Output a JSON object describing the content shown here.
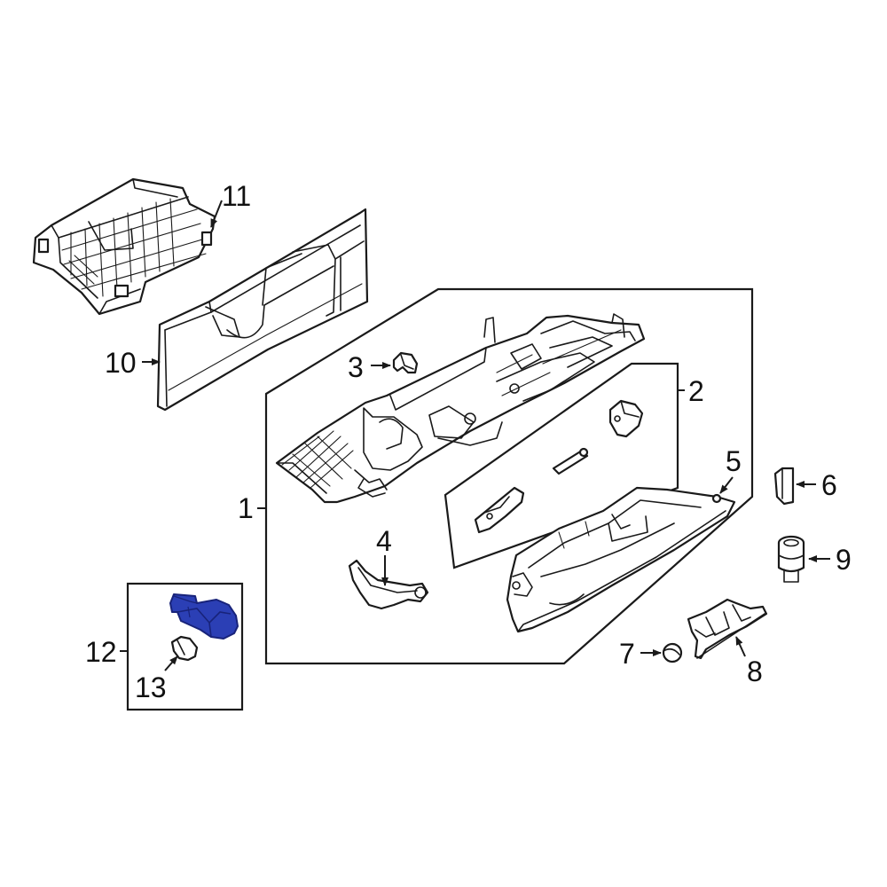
{
  "colors": {
    "highlight_fill": "#2b3fb5",
    "highlight_dark": "#18237a",
    "line": "#1a1a1a",
    "background": "#ffffff"
  },
  "callouts": [
    {
      "id": "1",
      "text": "1"
    },
    {
      "id": "2",
      "text": "2"
    },
    {
      "id": "3",
      "text": "3"
    },
    {
      "id": "4",
      "text": "4"
    },
    {
      "id": "5",
      "text": "5"
    },
    {
      "id": "6",
      "text": "6"
    },
    {
      "id": "7",
      "text": "7"
    },
    {
      "id": "8",
      "text": "8"
    },
    {
      "id": "9",
      "text": "9"
    },
    {
      "id": "10",
      "text": "10"
    },
    {
      "id": "11",
      "text": "11"
    },
    {
      "id": "12",
      "text": "12"
    },
    {
      "id": "13",
      "text": "13"
    }
  ],
  "highlighted_part": "12"
}
